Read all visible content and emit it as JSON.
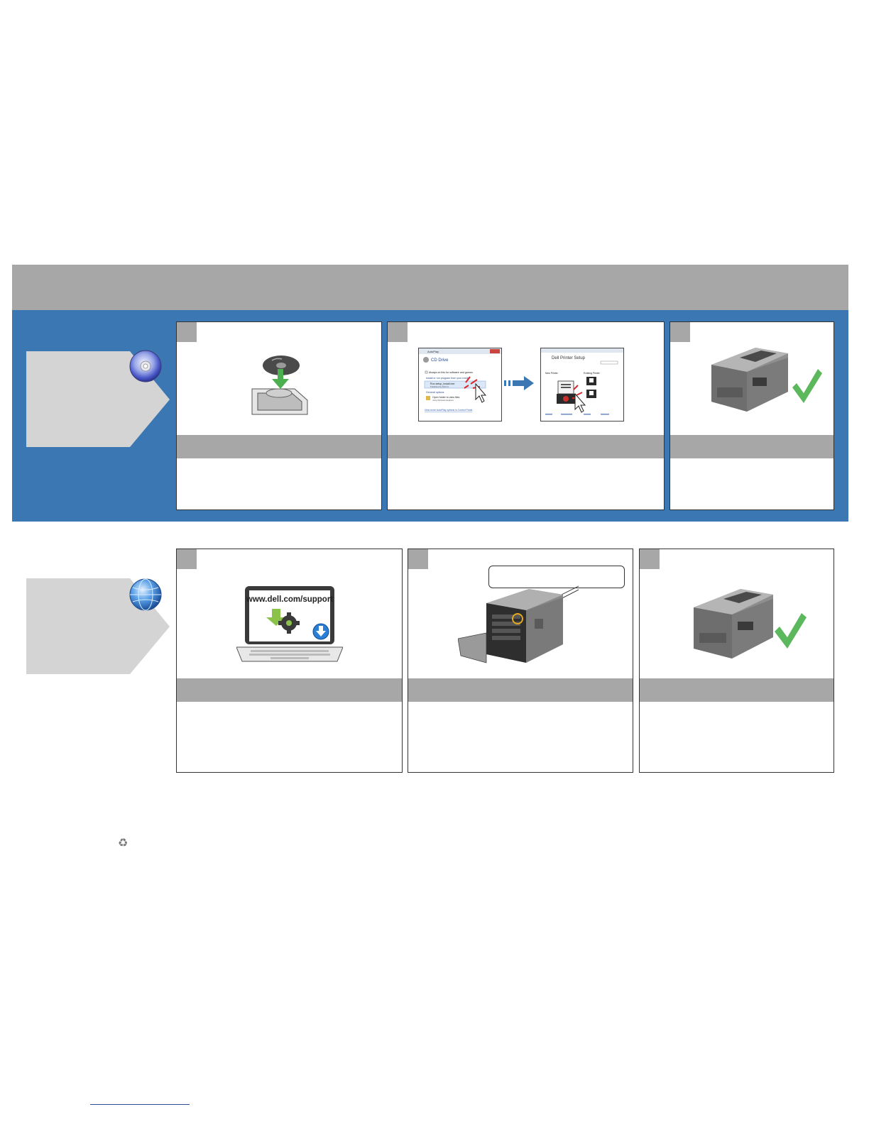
{
  "colors": {
    "blue_band": "#3b77b3",
    "gray_bar": "#a7a7a7",
    "light_gray_box": "#d4d4d4",
    "check_green": "#5cb85c",
    "arrow_blue": "#3b77b3"
  },
  "cd_section": {
    "icon": "cd-disc-icon",
    "steps": [
      {
        "icon": "insert-cd-icon"
      },
      {
        "icon": "autoplay-window-screenshot"
      },
      {
        "icon": "printer-ready-icon"
      }
    ],
    "autoplay_window": {
      "title": "AutoPlay",
      "drive": "CD Drive",
      "checkbox": "Always do this for software and games:",
      "section": "Install or run program from your media",
      "option": "Run setup_install.exe",
      "option_sub": "Published by Dell Inc.",
      "general": "General options",
      "open_folder": "Open folder to view files",
      "open_folder_sub": "using Windows Explorer",
      "link": "View more AutoPlay options in Control Panel"
    },
    "setup_window": {
      "title": "Dell Printer Setup",
      "new_printer": "New Printer",
      "existing_printer": "Existing Printer"
    }
  },
  "web_section": {
    "icon": "globe-web-icon",
    "support_url": "www.dell.com/support",
    "steps": [
      {
        "icon": "laptop-download-icon"
      },
      {
        "icon": "printer-front-open-icon"
      },
      {
        "icon": "printer-ready-icon"
      }
    ]
  },
  "footer": {
    "recycle_symbol": "♻"
  }
}
